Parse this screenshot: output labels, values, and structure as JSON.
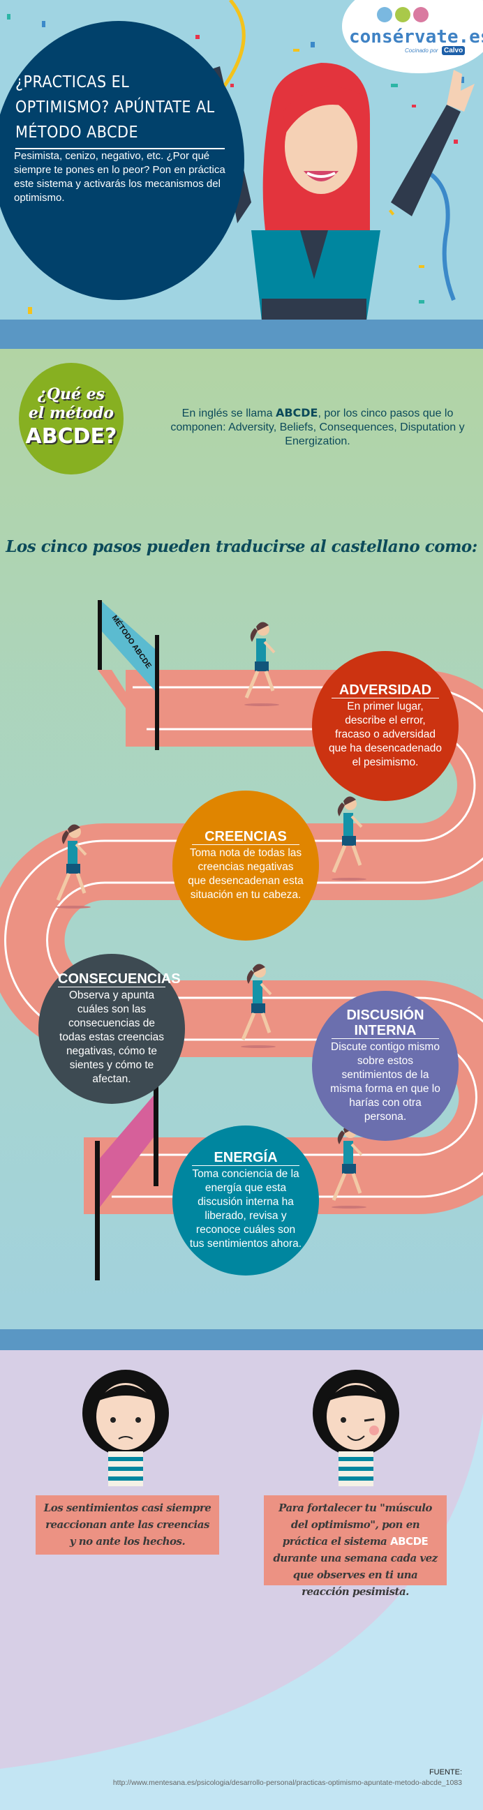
{
  "hero": {
    "title": "¿PRACTICAS EL OPTIMISMO? APÚNTATE AL MÉTODO ABCDE",
    "intro": "Pesimista, cenizo, negativo, etc. ¿Por qué siempre te pones en lo peor? Pon en práctica este sistema y activarás los mecanismos del optimismo."
  },
  "logo": {
    "name": "consérvate.es",
    "sub": "Cocinado por",
    "brand": "Calvo"
  },
  "what": {
    "q1": "¿Qué es",
    "q2": "el método",
    "q3": "ABCDE?",
    "text_a": "En inglés se llama ",
    "text_bold": "ABCDE",
    "text_b": ", por los cinco pasos que lo componen: Adversity, Beliefs, Consequences, Disputation y Energization."
  },
  "five_steps_heading": "Los cinco pasos pueden traducirse al castellano como:",
  "finish_banner": "MÉTODO ABCDE",
  "steps": [
    {
      "title": "ADVERSIDAD",
      "text": "En primer lugar, describe el error, fracaso o adversidad que ha desencadenado el pesimismo.",
      "color": "#cc3311"
    },
    {
      "title": "CREENCIAS",
      "text": "Toma nota de todas las creencias negativas que desencadenan esta situación en tu cabeza.",
      "color": "#e08500"
    },
    {
      "title": "CONSECUENCIAS",
      "text": "Observa y apunta cuáles son las consecuencias de todas estas creencias negativas, cómo te sientes y cómo te afectan.",
      "color": "#3d4a52"
    },
    {
      "title": "DISCUSIÓN INTERNA",
      "text": "Discute contigo mismo sobre estos sentimientos de la misma forma en que lo harías con otra persona.",
      "color": "#6b6fae"
    },
    {
      "title": "ENERGÍA",
      "text": "Toma conciencia de la energía que esta discusión interna ha liberado, revisa y reconoce cuáles son tus sentimientos ahora.",
      "color": "#00869f"
    }
  ],
  "tips": {
    "left": "Los sentimientos casi siempre reaccionan ante las creencias y no ante los hechos.",
    "right_a": "Para fortalecer tu \"músculo del optimismo\", pon en práctica el sistema ",
    "right_bold": "ABCDE",
    "right_b": " durante una semana cada vez que observes en ti una reacción pesimista."
  },
  "source": {
    "label": "FUENTE:",
    "url": "http://www.mentesana.es/psicologia/desarrollo-personal/practicas-optimismo-apuntate-metodo-abcde_1083"
  }
}
